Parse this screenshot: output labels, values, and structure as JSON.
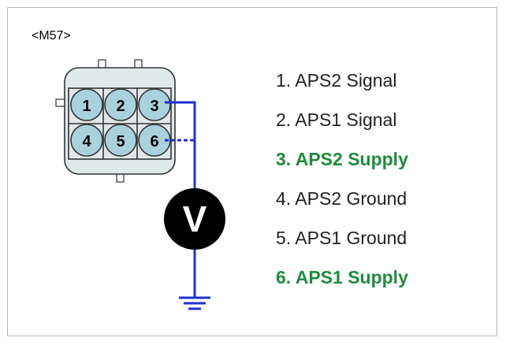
{
  "connector": {
    "id": "<M57>",
    "pins": [
      "1",
      "2",
      "3",
      "4",
      "5",
      "6"
    ]
  },
  "meter": {
    "symbol": "V"
  },
  "legend": [
    {
      "text": "1. APS2 Signal",
      "highlight": false
    },
    {
      "text": "2. APS1 Signal",
      "highlight": false
    },
    {
      "text": "3. APS2 Supply",
      "highlight": true
    },
    {
      "text": "4. APS2 Ground",
      "highlight": false
    },
    {
      "text": "5. APS1 Ground",
      "highlight": false
    },
    {
      "text": "6. APS1 Supply",
      "highlight": true
    }
  ],
  "colors": {
    "wire": "#1f2fd6",
    "highlight_text": "#1e8c3c",
    "pin_fill": "#a9d2dc",
    "connector_fill": "#dfe9ea"
  }
}
